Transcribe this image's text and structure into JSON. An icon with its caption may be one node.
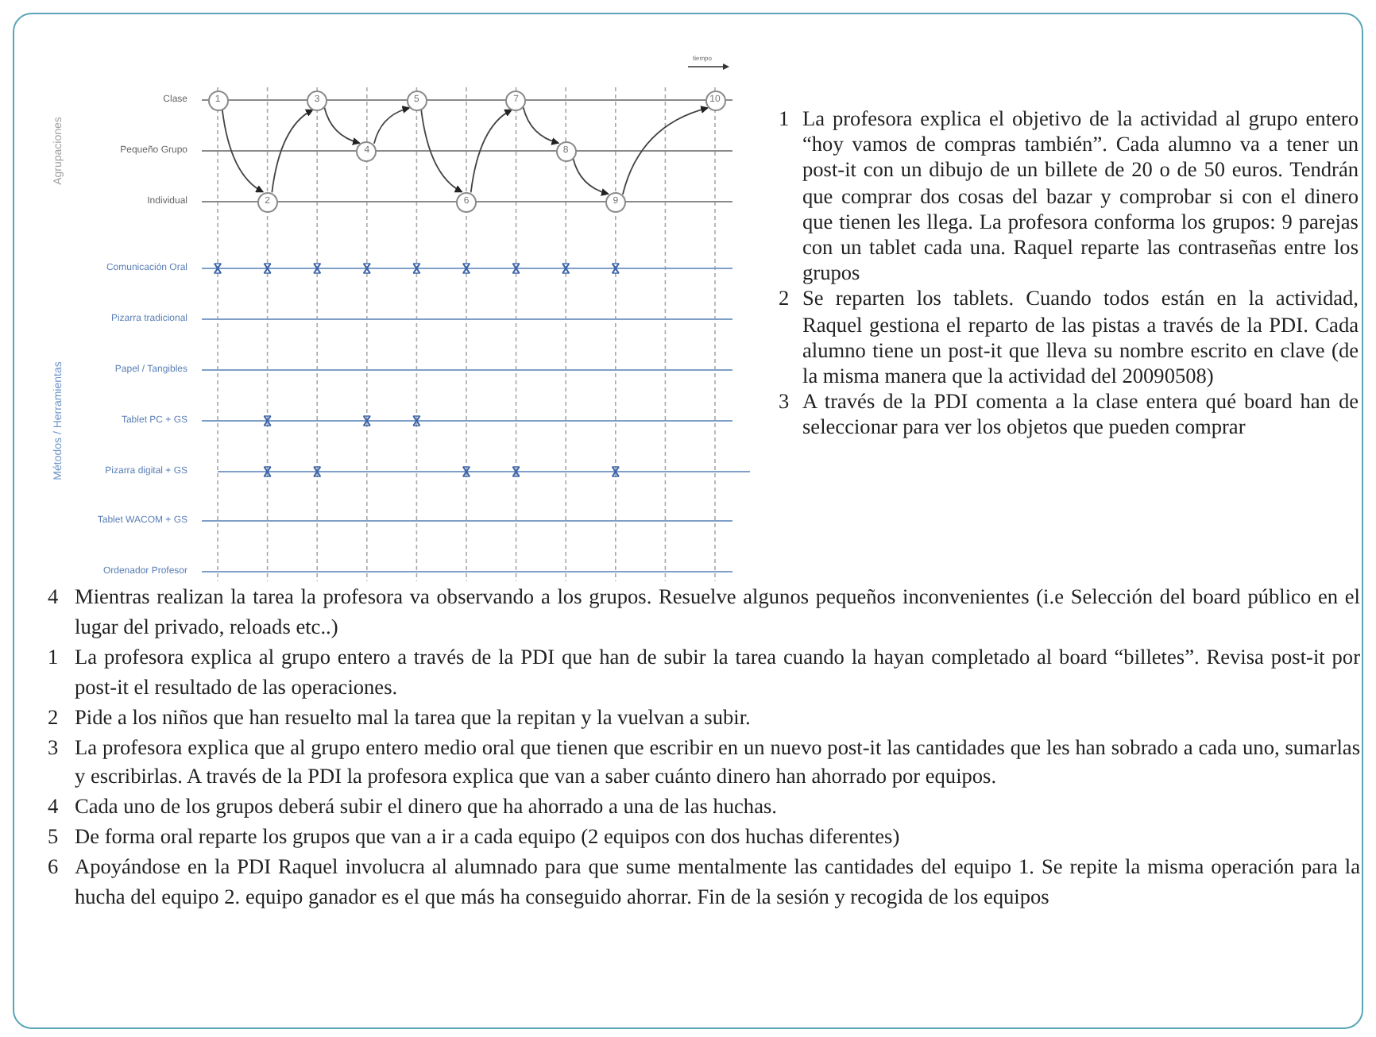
{
  "diagram": {
    "nodes": [
      {
        "text": [
          "1"
        ]
      },
      {
        "text": [
          "2"
        ]
      },
      {
        "text": [
          "3"
        ]
      },
      {
        "text": [
          "4"
        ]
      },
      {
        "text": [
          "5"
        ]
      },
      {
        "text": [
          "6"
        ]
      },
      {
        "text": [
          "7"
        ]
      },
      {
        "text": [
          "8"
        ]
      },
      {
        "text": [
          "9"
        ]
      },
      {
        "text": [
          "10"
        ]
      }
    ],
    "edges": [
      {
        "from": 0,
        "to": 1,
        "arrow": "to"
      },
      {
        "from": 1,
        "to": 2,
        "arrow": "to"
      },
      {
        "from": 2,
        "to": 3,
        "arrow": "to"
      },
      {
        "from": 3,
        "to": 4,
        "arrow": "to"
      },
      {
        "from": 4,
        "to": 5,
        "arrow": "to"
      },
      {
        "from": 5,
        "to": 6,
        "arrow": "to"
      },
      {
        "from": 6,
        "to": 7,
        "arrow": "to"
      },
      {
        "from": 7,
        "to": 8,
        "arrow": "to"
      },
      {
        "from": 8,
        "to": 9,
        "arrow": "to"
      }
    ],
    "labels": [
      "tiempo",
      "Clase",
      "Pequeño Grupo",
      "Individual",
      "Agrupaciones",
      "Comunicación Oral",
      "Pizarra tradicional",
      "Papel / Tangibles",
      "Tablet PC + GS",
      "Pizarra digital + GS",
      "Tablet WACOM + GS",
      "Ordenador Profesor",
      "Métodos / Herramientas",
      "1",
      "La profesora explica el objetivo de la actividad al grupo entero “hoy vamos de compras también”. Cada alumno va a tener un post-it con un dibujo de un billete de 20 o de 50 euros. Tendrán que comprar dos cosas del bazar y comprobar si con el dinero que tienen les llega. La profesora conforma los grupos: 9 parejas con un tablet cada una. Raquel reparte las contraseñas entre los grupos",
      "2",
      "Se reparten los tablets. Cuando todos están en la actividad, Raquel gestiona el reparto de las pistas a través de la PDI. Cada alumno tiene un post-it que lleva su nombre escrito en clave (de la misma manera que la actividad del 20090508)",
      "3",
      "A través de la PDI comenta a la clase entera  qué board han de seleccionar para ver los objetos que pueden comprar",
      "4",
      "Mientras realizan la tarea la profesora va observando a los grupos. Resuelve algunos pequeños inconvenientes (i.e Selección del board público en el lugar del privado, reloads etc..)",
      "1",
      "La profesora explica al grupo entero a través de la PDI que han de subir la tarea cuando la hayan completado al board “billetes”. Revisa post-it por post-it el resultado de las operaciones.",
      "2",
      "Pide a los niños que han resuelto mal la tarea que la repitan y la vuelvan a subir.",
      "3",
      "La profesora explica que al grupo entero medio oral que tienen que escribir en un nuevo post-it las cantidades que les han sobrado a cada uno, sumarlas y escribirlas. A través de la PDI la profesora explica que van a saber cuánto dinero han ahorrado por equipos.",
      "4",
      "Cada uno de los grupos deberá subir el dinero que ha ahorrado a una de las huchas.",
      "5",
      "De forma oral reparte los grupos que van a ir a cada equipo (2 equipos con dos huchas diferentes)",
      "6",
      "Apoyándose en la PDI Raquel involucra al alumnado para que sume mentalmente las cantidades del equipo 1. Se repite la misma operación para la hucha del equipo 2. equipo ganador es el que más ha conseguido ahorrar.  Fin de la sesión y recogida de los equipos"
    ]
  }
}
